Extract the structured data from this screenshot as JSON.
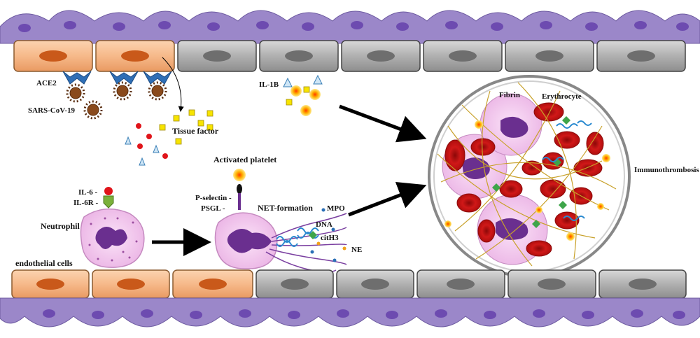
{
  "labels": {
    "ace2": "ACE2",
    "sars": "SARS-CoV-19",
    "tissue_factor": "Tissue factor",
    "il1b": "IL-1B",
    "activated_platelet": "Activated platelet",
    "il6": "IL-6 -",
    "il6r": "IL-6R -",
    "neutrophil": "Neutrophil",
    "p_selectin": "P-selectin -",
    "psgl": "PSGL -",
    "net_formation": "NET-formation",
    "mpo": "MPO",
    "dna": "DNA",
    "cith3": "citH3",
    "ne": "NE",
    "endothelial_cells": "endothelial cells",
    "fibrin": "Fibrin",
    "erythrocyte": "Erythrocyte",
    "immunothrombosis": "Immunothrombosis"
  },
  "colors": {
    "infected_cell": "#f6b98a",
    "healthy_cell": "#a9a9a9",
    "infected_nucleus": "#c9591a",
    "healthy_nucleus": "#6e6e6e",
    "smooth_muscle": "#9b87c9",
    "neutrophil_body": "#f2c6ee",
    "neutrophil_nucleus": "#6a2f8f",
    "erythrocyte": "#d01818",
    "fibrin": "#c8a12a",
    "tissue_factor": "#f7e400",
    "il6": "#e0141a",
    "il6r": "#7ab03a"
  }
}
